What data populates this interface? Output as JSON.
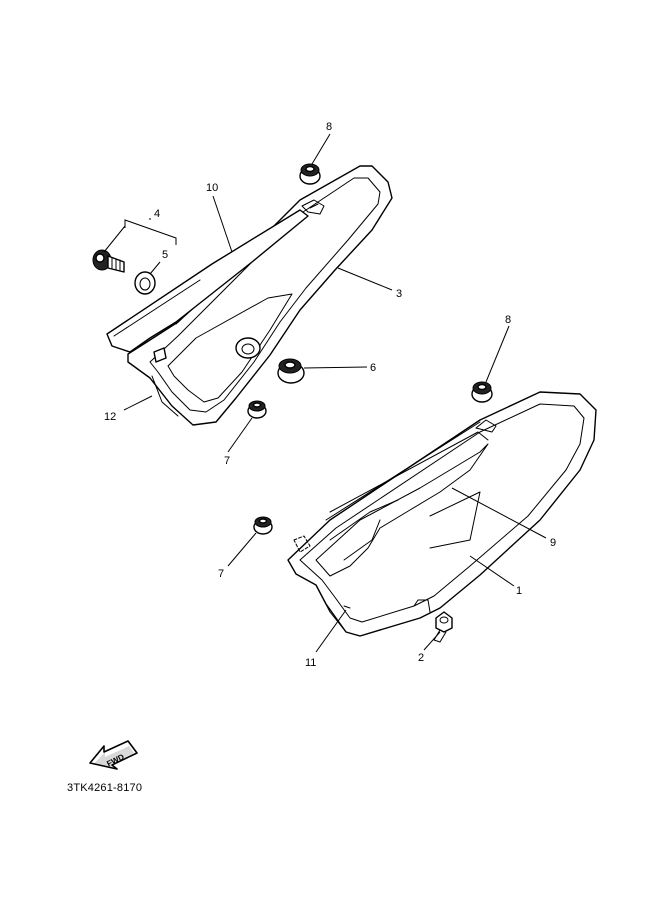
{
  "callouts": {
    "c1": "1",
    "c2": "2",
    "c3": "3",
    "c4": "4",
    "c5": "5",
    "c6": "6",
    "c7a": "7",
    "c7b": "7",
    "c8a": "8",
    "c8b": "8",
    "c9": "9",
    "c10": "10",
    "c11": "11",
    "c12": "12"
  },
  "fwd_label": "FWD",
  "diagram_code": "3TK4261-8170"
}
